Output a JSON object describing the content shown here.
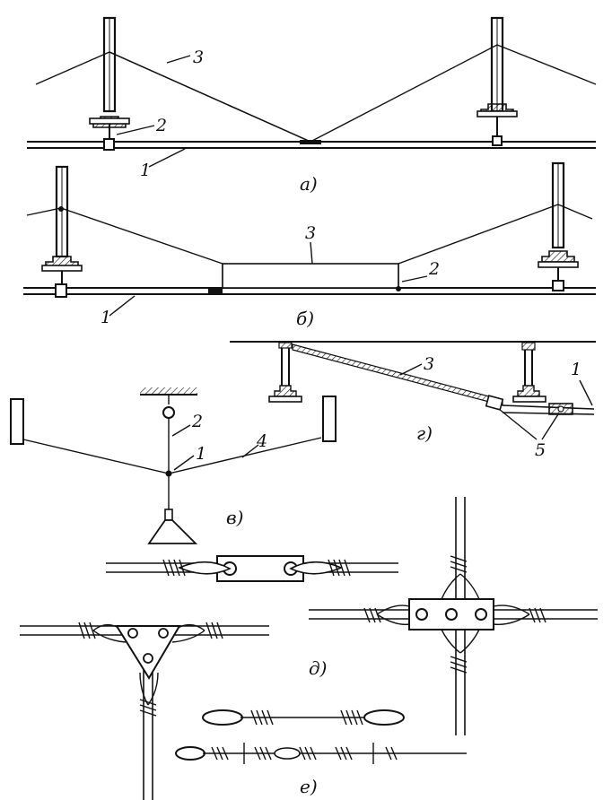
{
  "panels": {
    "a": {
      "caption": "а)",
      "labels": {
        "l1": "1",
        "l2": "2",
        "l3": "3"
      }
    },
    "b": {
      "caption": "б)",
      "labels": {
        "l1": "1",
        "l2": "2",
        "l3": "3"
      }
    },
    "v": {
      "caption": "в)",
      "labels": {
        "l1": "1",
        "l2": "2",
        "l4": "4"
      }
    },
    "g": {
      "caption": "г)",
      "labels": {
        "l1": "1",
        "l3": "3",
        "l5": "5"
      }
    },
    "d": {
      "caption": "д)"
    },
    "e": {
      "caption": "е)"
    }
  }
}
